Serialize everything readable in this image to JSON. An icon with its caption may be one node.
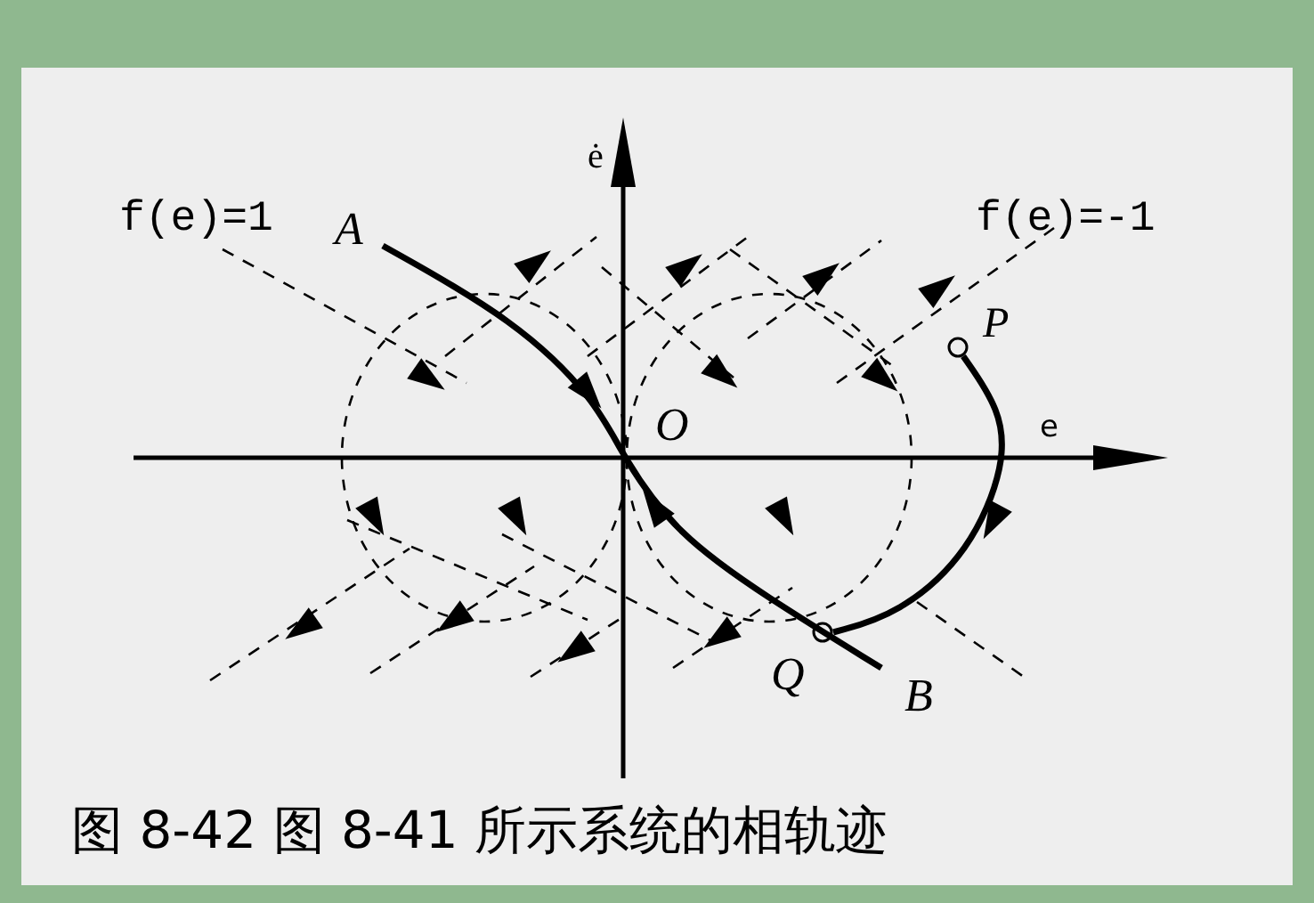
{
  "diagram": {
    "caption": "图 8-42 图 8-41 所示系统的相轨迹",
    "labels": [
      "ė",
      "f(e)=1",
      "A",
      "f(e)=-1",
      "P",
      "O",
      "e",
      "Q",
      "B"
    ]
  }
}
